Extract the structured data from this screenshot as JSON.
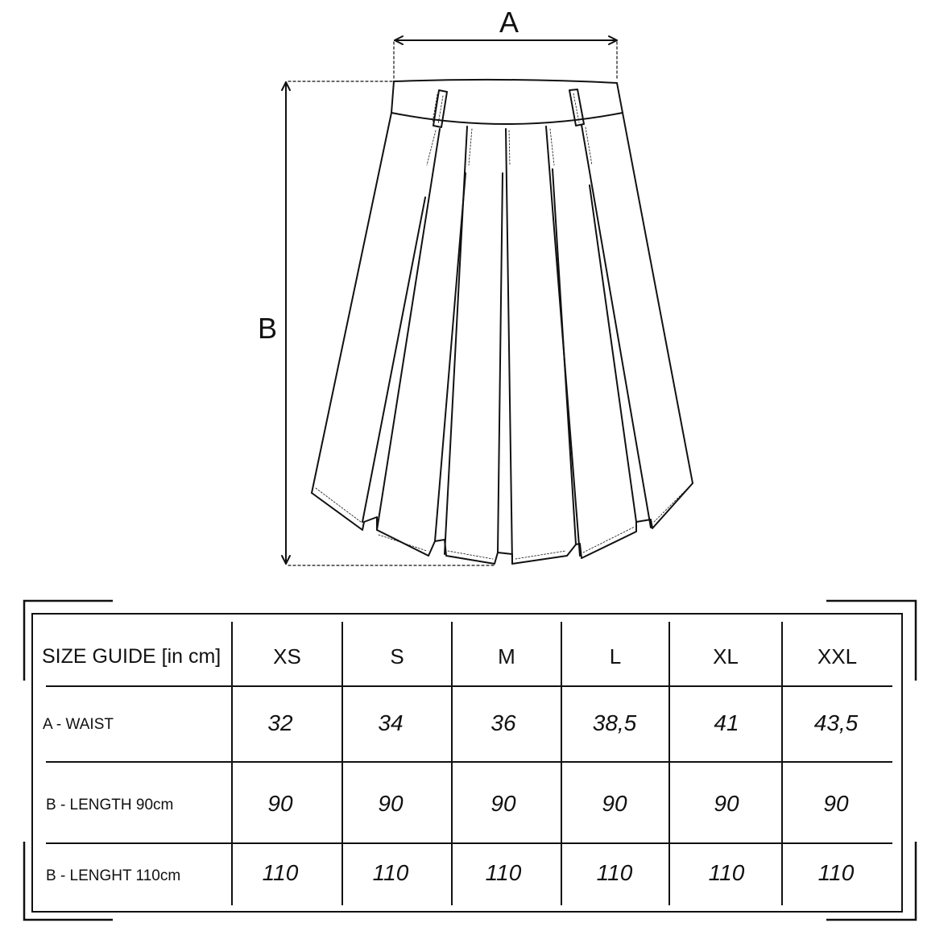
{
  "diagram": {
    "label_a": "A",
    "label_b": "B"
  },
  "table": {
    "corner_header": "SIZE GUIDE [in cm]",
    "sizes": [
      "XS",
      "S",
      "M",
      "L",
      "XL",
      "XXL"
    ],
    "rows": [
      {
        "label": "A - WAIST",
        "values": [
          "32",
          "34",
          "36",
          "38,5",
          "41",
          "43,5"
        ]
      },
      {
        "label": "B - LENGTH 90cm",
        "values": [
          "90",
          "90",
          "90",
          "90",
          "90",
          "90"
        ]
      },
      {
        "label": "B - LENGHT 110cm",
        "values": [
          "110",
          "110",
          "110",
          "110",
          "110",
          "110"
        ]
      }
    ]
  }
}
